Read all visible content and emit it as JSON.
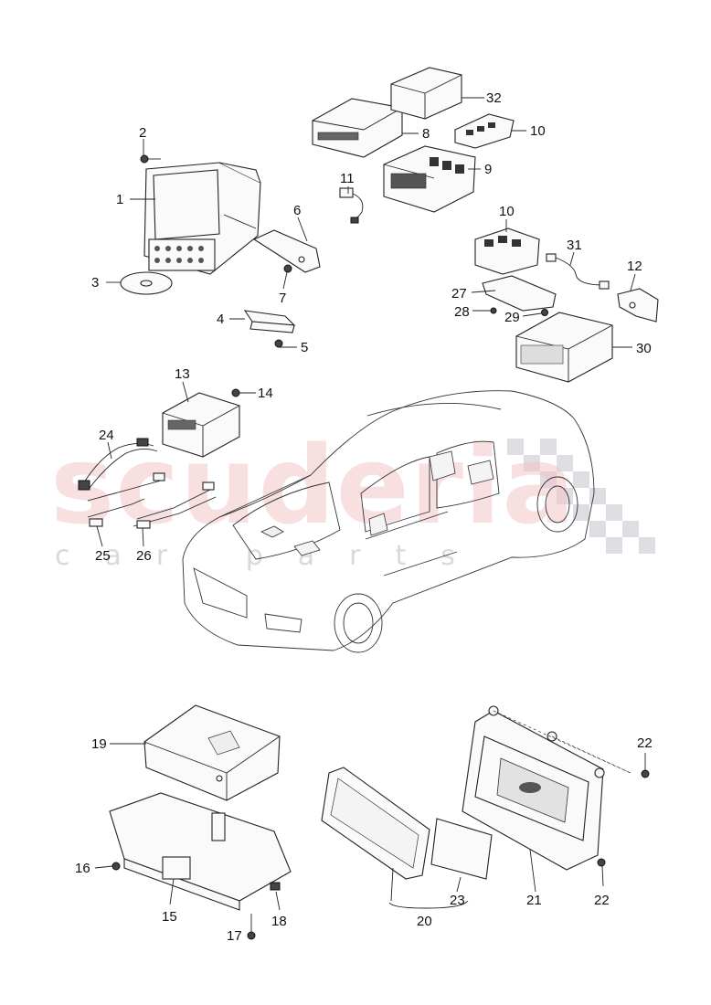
{
  "watermark": {
    "brand": "scuderia",
    "tagline": "car parts"
  },
  "callouts": [
    {
      "id": "1",
      "label": "1"
    },
    {
      "id": "2",
      "label": "2"
    },
    {
      "id": "3",
      "label": "3"
    },
    {
      "id": "4",
      "label": "4"
    },
    {
      "id": "5",
      "label": "5"
    },
    {
      "id": "6",
      "label": "6"
    },
    {
      "id": "7",
      "label": "7"
    },
    {
      "id": "8",
      "label": "8"
    },
    {
      "id": "9",
      "label": "9"
    },
    {
      "id": "10a",
      "label": "10"
    },
    {
      "id": "10b",
      "label": "10"
    },
    {
      "id": "11",
      "label": "11"
    },
    {
      "id": "12",
      "label": "12"
    },
    {
      "id": "13",
      "label": "13"
    },
    {
      "id": "14",
      "label": "14"
    },
    {
      "id": "15",
      "label": "15"
    },
    {
      "id": "16",
      "label": "16"
    },
    {
      "id": "17",
      "label": "17"
    },
    {
      "id": "18",
      "label": "18"
    },
    {
      "id": "19",
      "label": "19"
    },
    {
      "id": "20",
      "label": "20"
    },
    {
      "id": "21",
      "label": "21"
    },
    {
      "id": "22a",
      "label": "22"
    },
    {
      "id": "22b",
      "label": "22"
    },
    {
      "id": "23",
      "label": "23"
    },
    {
      "id": "24",
      "label": "24"
    },
    {
      "id": "25",
      "label": "25"
    },
    {
      "id": "26",
      "label": "26"
    },
    {
      "id": "27",
      "label": "27"
    },
    {
      "id": "28",
      "label": "28"
    },
    {
      "id": "29",
      "label": "29"
    },
    {
      "id": "30",
      "label": "30"
    },
    {
      "id": "31",
      "label": "31"
    },
    {
      "id": "32",
      "label": "32"
    }
  ]
}
